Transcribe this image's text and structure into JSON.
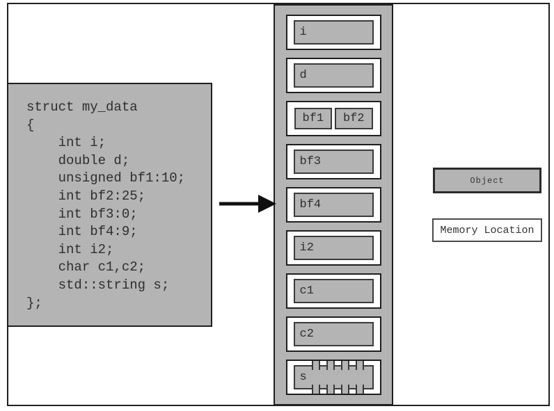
{
  "code_block": {
    "lines": [
      "struct my_data",
      "{",
      "    int i;",
      "    double d;",
      "    unsigned bf1:10;",
      "    int bf2:25;",
      "    int bf3:0;",
      "    int bf4:9;",
      "    int i2;",
      "    char c1,c2;",
      "    std::string s;",
      "};"
    ]
  },
  "memory_column": {
    "cells": [
      {
        "labels": [
          "i"
        ]
      },
      {
        "labels": [
          "d"
        ]
      },
      {
        "labels": [
          "bf1",
          "bf2"
        ]
      },
      {
        "labels": [
          "bf3"
        ]
      },
      {
        "labels": [
          "bf4"
        ]
      },
      {
        "labels": [
          "i2"
        ]
      },
      {
        "labels": [
          "c1"
        ]
      },
      {
        "labels": [
          "c2"
        ]
      },
      {
        "labels": [
          "s"
        ],
        "tabs": true
      }
    ]
  },
  "legend": {
    "object_label": "Object",
    "memory_location_label": "Memory Location"
  },
  "colors": {
    "object_fill": "#b4b4b4",
    "memory_location_fill": "#fdfdfd",
    "border_dark": "#1f1f1f",
    "arrow_black": "#101010",
    "text_ink": "#2e2e2e",
    "background": "#ffffff"
  }
}
